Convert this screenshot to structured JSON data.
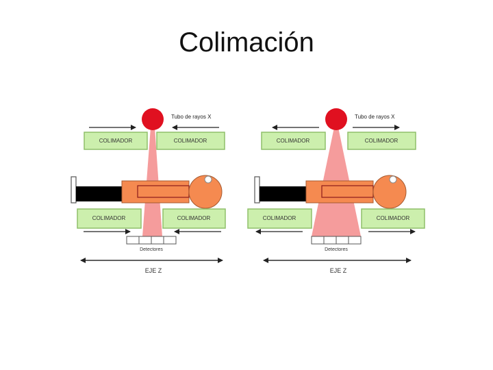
{
  "slide": {
    "title": "Colimación"
  },
  "diagram": {
    "panels": [
      {
        "tube_label": "Tubo de rayos X",
        "collimator_top_left": "COLIMADOR",
        "collimator_top_right": "COLIMADOR",
        "collimator_bottom_left": "COLIMADOR",
        "collimator_bottom_right": "COLIMADOR",
        "detectors_label": "Detectores",
        "axis_label": "EJE Z"
      },
      {
        "tube_label": "Tubo de rayos X",
        "collimator_top_left": "COLIMADOR",
        "collimator_top_right": "COLIMADOR",
        "collimator_bottom_left": "COLIMADOR",
        "collimator_bottom_right": "COLIMADOR",
        "detectors_label": "Detectores",
        "axis_label": "EJE Z"
      }
    ]
  },
  "colors": {
    "collimator_fill": "#ccefad",
    "collimator_stroke": "#8fbf6a",
    "tube": "#e01020",
    "beam": "#f38b8b",
    "patient_skin": "#f58a50",
    "table": "#000000"
  }
}
